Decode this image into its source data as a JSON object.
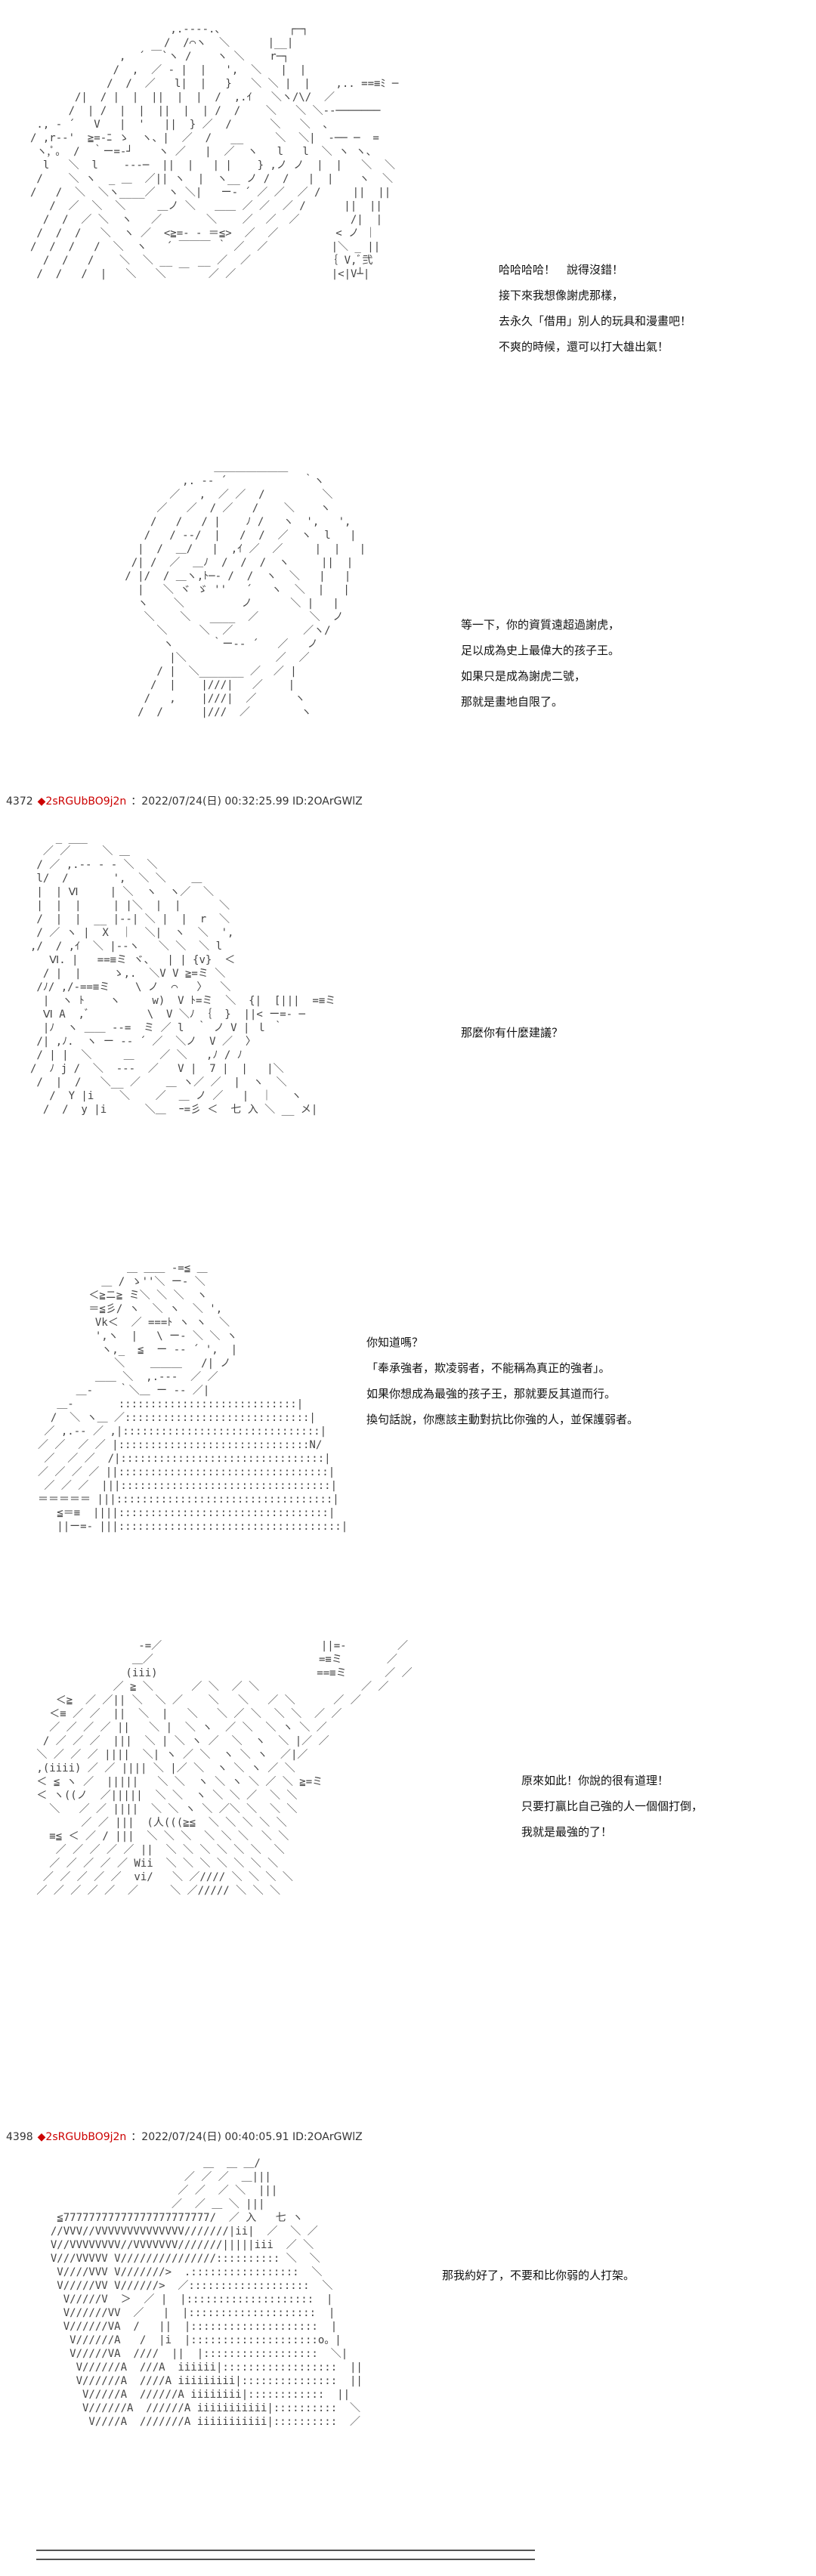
{
  "panel1": {
    "lines": [
      "哈哈哈哈！　說得沒錯！",
      "接下來我想像謝虎那樣，",
      "去永久「借用」別人的玩具和漫畫吧！",
      "不爽的時候，還可以打大雄出氣！"
    ]
  },
  "panel2": {
    "lines": [
      "等一下，你的資質遠超過謝虎，",
      "足以成為史上最偉大的孩子王。",
      "如果只是成為謝虎二號，",
      "那就是畫地自限了。"
    ]
  },
  "post1": {
    "number": "4372",
    "diamond": "◆",
    "trip": "2sRGUbBO9j2n",
    "meta": "：2022/07/24(日) 00:32:25.99 ID:2OArGWlZ"
  },
  "panel3": {
    "lines": [
      "那麼你有什麼建議？"
    ]
  },
  "panel4": {
    "lines": [
      "你知道嗎？",
      "「奉承強者，欺凌弱者，不能稱為真正的強者」。",
      "如果你想成為最強的孩子王，那就要反其道而行。",
      "換句話說，你應該主動對抗比你強的人，並保護弱者。"
    ]
  },
  "panel5": {
    "lines": [
      "原來如此！你說的很有道理！",
      "只要打贏比自己強的人一個個打倒，",
      "我就是最強的了！"
    ]
  },
  "post2": {
    "number": "4398",
    "diamond": "◆",
    "trip": "2sRGUbBO9j2n",
    "meta": "：2022/07/24(日) 00:40:05.91 ID:2OArGWlZ"
  },
  "panel6": {
    "lines": [
      "那我約好了，不要和比你弱的人打架。"
    ]
  }
}
